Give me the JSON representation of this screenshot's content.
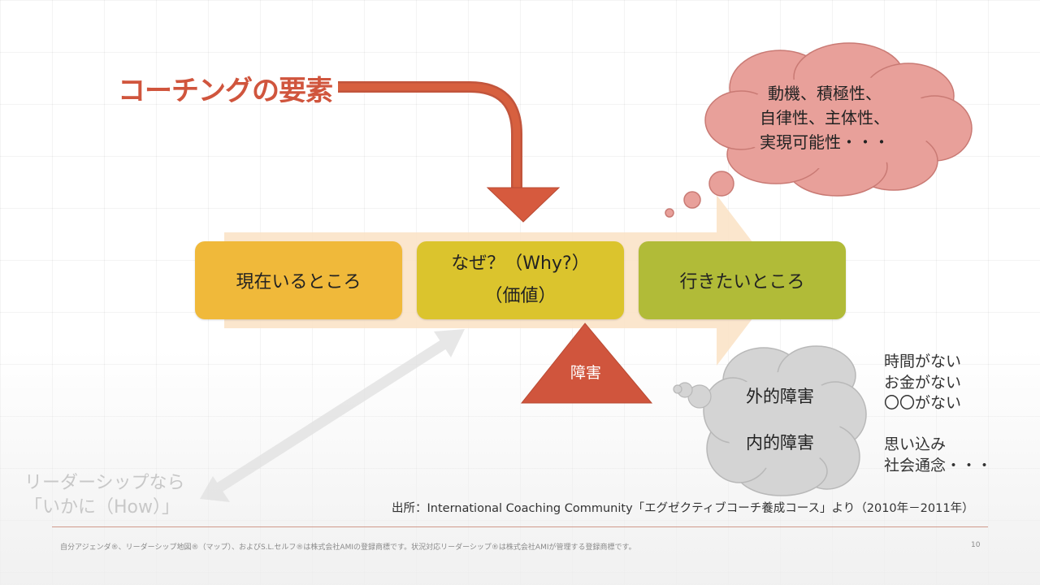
{
  "slide": {
    "title": "コーチングの要素",
    "boxes": {
      "current": "現在いるところ",
      "why_line1": "なぜ？（Why?）",
      "why_line2": "（価値）",
      "goal": "行きたいところ"
    },
    "thought_cloud": [
      "動機、積極性、",
      "自律性、主体性、",
      "実現可能性・・・"
    ],
    "obstacle_label": "障害",
    "obstacle_cloud": {
      "external": "外的障害",
      "internal": "内的障害"
    },
    "obstacle_examples": [
      "時間がない",
      "お金がない",
      "〇〇がない",
      "",
      "思い込み",
      "社会通念・・・"
    ],
    "leadership": [
      "リーダーシップなら",
      "「いかに（How）」"
    ],
    "source": "出所：International Coaching Community「エグゼクティブコーチ養成コース」より（2010年－2011年）",
    "footer": "自分アジェンダ®、リーダーシップ地図®（マップ）、およびS.L.セルフ®は株式会社AMIの登録商標です。状況対応リーダーシップ®は株式会社AMIが管理する登録商標です。",
    "page_number": "10"
  },
  "colors": {
    "accent_red": "#d0553d",
    "box_orange": "#f0b93a",
    "box_yellow": "#dbc42d",
    "box_green": "#b1bb38",
    "pink_cloud": "#e8a09a",
    "gray_cloud": "#d4d4d4",
    "big_arrow": "#fbe3c8"
  }
}
